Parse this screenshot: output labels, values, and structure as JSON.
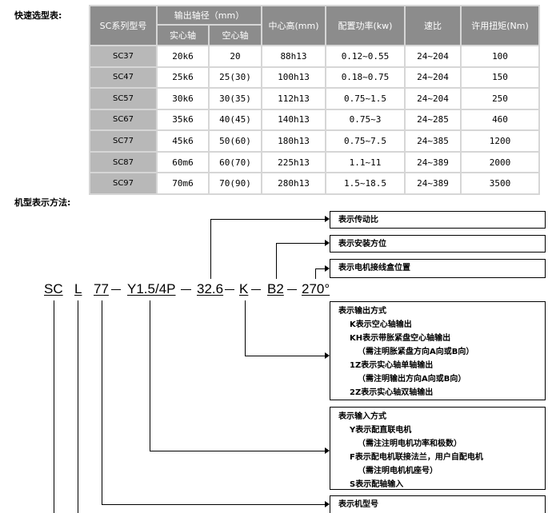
{
  "headings": {
    "quick_select": "快速选型表:",
    "model_notation": "机型表示方法:"
  },
  "table": {
    "headers": {
      "model": "SC系列型号",
      "shaft": "输出轴径（mm）",
      "solid": "实心轴",
      "hollow": "空心轴",
      "center": "中心高(mm)",
      "power": "配置功率(kw)",
      "ratio": "速比",
      "torque": "许用扭矩(Nm)"
    },
    "rows": [
      {
        "model": "SC37",
        "solid": "20k6",
        "hollow": "20",
        "center": "88h13",
        "power": "0.12~0.55",
        "ratio": "24~204",
        "torque": "100"
      },
      {
        "model": "SC47",
        "solid": "25k6",
        "hollow": "25(30)",
        "center": "100h13",
        "power": "0.18~0.75",
        "ratio": "24~204",
        "torque": "150"
      },
      {
        "model": "SC57",
        "solid": "30k6",
        "hollow": "30(35)",
        "center": "112h13",
        "power": "0.75~1.5",
        "ratio": "24~204",
        "torque": "250"
      },
      {
        "model": "SC67",
        "solid": "35k6",
        "hollow": "40(45)",
        "center": "140h13",
        "power": "0.75~3",
        "ratio": "24~285",
        "torque": "460"
      },
      {
        "model": "SC77",
        "solid": "45k6",
        "hollow": "50(60)",
        "center": "180h13",
        "power": "0.75~7.5",
        "ratio": "24~385",
        "torque": "1200"
      },
      {
        "model": "SC87",
        "solid": "60m6",
        "hollow": "60(70)",
        "center": "225h13",
        "power": "1.1~11",
        "ratio": "24~389",
        "torque": "2000"
      },
      {
        "model": "SC97",
        "solid": "70m6",
        "hollow": "70(90)",
        "center": "280h13",
        "power": "1.5~18.5",
        "ratio": "24~389",
        "torque": "3500"
      }
    ]
  },
  "code": {
    "sc": "SC",
    "l": "L",
    "size": "77",
    "motor": "Y1.5/4P",
    "ratio": "32.6",
    "output": "K",
    "position": "B2",
    "box": "270°"
  },
  "labels": {
    "ratio": "表示传动比",
    "mounting": "表示安装方位",
    "terminal_box": "表示电机接线盒位置",
    "output_type": [
      "表示输出方式",
      "K表示空心轴输出",
      "KH表示带胀紧盘空心轴输出",
      "（需注明胀紧盘方向A向或B向）",
      "1Z表示实心轴单轴输出",
      "（需注明输出方向A向或B向）",
      "2Z表示实心轴双轴输出"
    ],
    "input_type": [
      "表示输入方式",
      "Y表示配直联电机",
      "（需注注明电机功率和极数）",
      "F表示配电机联接法兰，用户自配电机",
      "（需注明电机机座号）",
      "S表示配轴输入"
    ],
    "model": "表示机型号"
  }
}
